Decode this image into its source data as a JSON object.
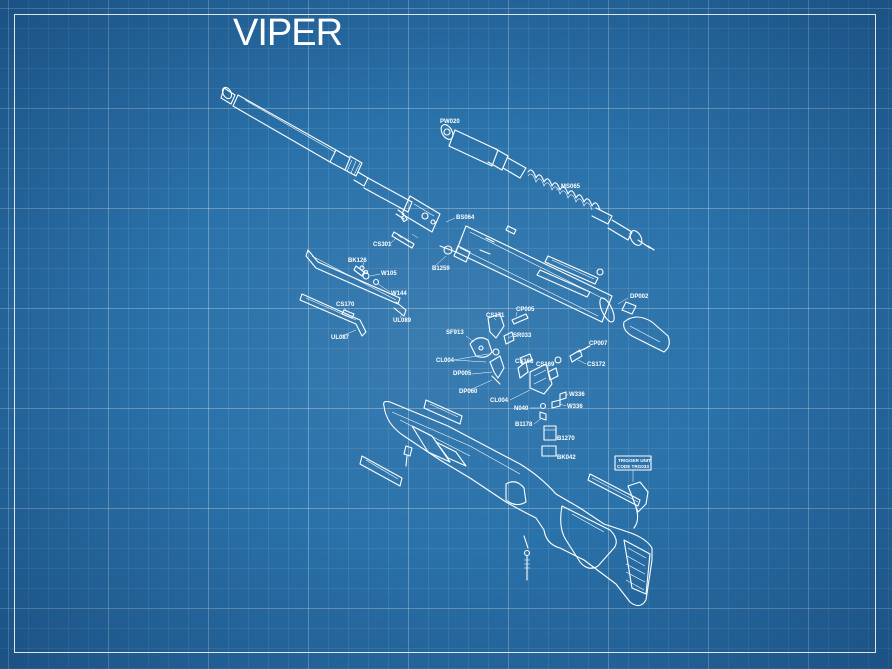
{
  "title": "VIPER",
  "part_labels": {
    "PW020": "PW020",
    "MS065": "MS065",
    "BS064": "BS064",
    "CS301": "CS301",
    "B1259": "B1259",
    "BK126": "BK126",
    "W105": "W105",
    "W144": "W144",
    "UL089": "UL089",
    "CS170": "CS170",
    "UL087": "UL087",
    "DP002": "DP002",
    "CP005": "CP005",
    "CS171": "CS171",
    "SR033": "SR033",
    "SF913": "SF913",
    "CL004_a": "CL004",
    "CS168": "CS168",
    "CS169": "CS169",
    "CP007": "CP007",
    "CS172": "CS172",
    "DP005": "DP005",
    "DP060": "DP060",
    "CL004_b": "CL004",
    "W336_a": "W336",
    "W336_b": "W336",
    "N040": "N040",
    "B1178": "B1178",
    "B1270": "B1270",
    "BK042": "BK042"
  },
  "trigger_box": {
    "line1": "TRIGGER UNIT",
    "line2": "CODE TRG033"
  },
  "colors": {
    "background": "#2a72aa",
    "line": "#ffffff"
  }
}
